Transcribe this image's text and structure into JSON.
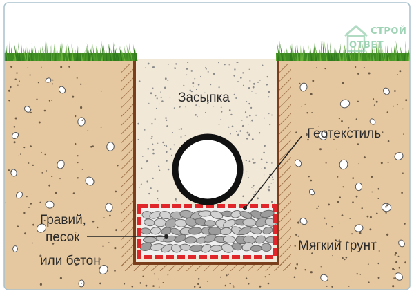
{
  "labels": {
    "backfill": "Засыпка",
    "geotextile": "Геотекстиль",
    "base_line1": "Гравий,",
    "base_line2": "песок",
    "base_line3": "или бетон",
    "soft_soil": "Мягкий грунт"
  },
  "watermark": {
    "line1": "СТРОЙ",
    "line2": "ОТВЕТ"
  },
  "colors": {
    "soil": "#e6c8a0",
    "grass": "#4c9a2a",
    "backfill": "#f2e8d8",
    "pipe": "#111111",
    "geotextile": "#e0262a",
    "trench_wall": "#7a3e1c",
    "gravel": "#c2c2c2",
    "watermark": "#9fd3b5"
  },
  "icons": {
    "logo": "house-icon"
  }
}
